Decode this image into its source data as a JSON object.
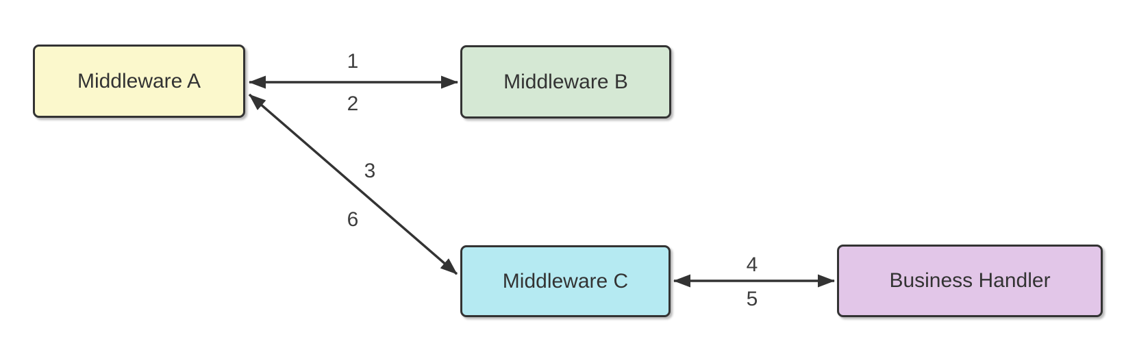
{
  "diagram": {
    "type": "flow-diagram",
    "background_color": "#ffffff",
    "stroke_color": "#333333",
    "text_color": "#333333",
    "edge_label_color": "#3d3d3d",
    "nodes": [
      {
        "id": "middleware-a",
        "label": "Middleware A",
        "fill": "#fbf8cc",
        "border": "#333333"
      },
      {
        "id": "middleware-b",
        "label": "Middleware B",
        "fill": "#d5e8d4",
        "border": "#333333"
      },
      {
        "id": "middleware-c",
        "label": "Middleware C",
        "fill": "#b5eaf2",
        "border": "#333333"
      },
      {
        "id": "business-handler",
        "label": "Business Handler",
        "fill": "#e2c6e8",
        "border": "#333333"
      }
    ],
    "edges": [
      {
        "from": "middleware-a",
        "to": "middleware-b",
        "direction": "bidirectional",
        "label_forward": "1",
        "label_back": "2"
      },
      {
        "from": "middleware-a",
        "to": "middleware-c",
        "direction": "bidirectional",
        "label_forward": "3",
        "label_back": "6"
      },
      {
        "from": "middleware-c",
        "to": "business-handler",
        "direction": "bidirectional",
        "label_forward": "4",
        "label_back": "5"
      }
    ]
  }
}
